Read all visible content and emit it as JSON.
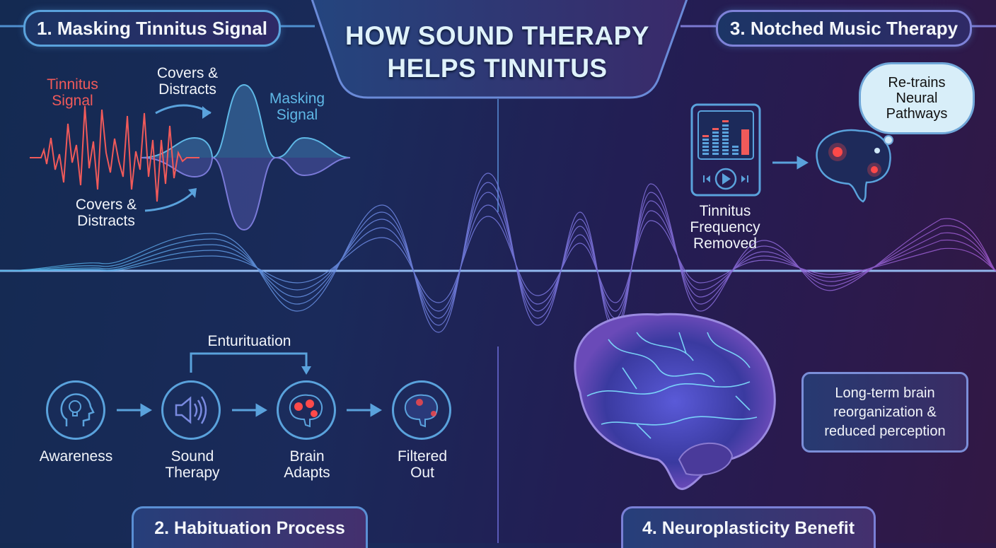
{
  "title": {
    "line1": "HOW SOUND THERAPY",
    "line2": "HELPS TINNITUS"
  },
  "sections": {
    "masking": {
      "heading": "1. Masking Tinnitus Signal",
      "tinnitus_label": "Tinnitus Signal",
      "masking_label": "Masking Signal",
      "covers_top": "Covers & Distracts",
      "covers_bottom": "Covers & Distracts"
    },
    "habituation": {
      "heading": "2. Habituation Process",
      "loop_label": "Enturituation",
      "steps": [
        {
          "label": "Awareness",
          "icon": "head-lightbulb-icon"
        },
        {
          "label": "Sound Therapy",
          "icon": "speaker-icon"
        },
        {
          "label": "Brain Adapts",
          "icon": "brain-active-icon"
        },
        {
          "label": "Filtered Out",
          "icon": "brain-filtered-icon"
        }
      ]
    },
    "notched": {
      "heading": "3. Notched Music Therapy",
      "player_label": "Tinnitus Frequency Removed",
      "thought": "Re-trains Neural Pathways"
    },
    "neuroplasticity": {
      "heading": "4. Neuroplasticity Benefit",
      "info": "Long-term brain reorganization & reduced perception"
    }
  },
  "colors": {
    "accent_blue": "#5aa2dc",
    "accent_purple": "#8a6fd8",
    "tinnitus_red": "#f05a5a",
    "text": "#f2f5fa"
  }
}
